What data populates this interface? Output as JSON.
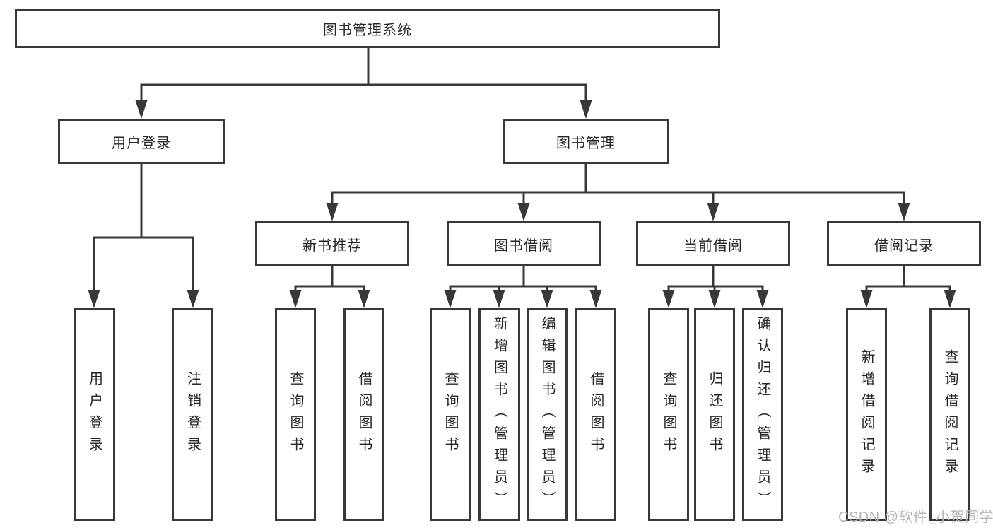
{
  "diagram_title": "图书管理系统",
  "tree": {
    "label": "图书管理系统",
    "children": [
      {
        "label": "用户登录",
        "children": [
          {
            "label": "用户登录"
          },
          {
            "label": "注销登录"
          }
        ]
      },
      {
        "label": "图书管理",
        "children": [
          {
            "label": "新书推荐",
            "children": [
              {
                "label": "查询图书"
              },
              {
                "label": "借阅图书"
              }
            ]
          },
          {
            "label": "图书借阅",
            "children": [
              {
                "label": "查询图书"
              },
              {
                "label": "新增图书（管理员）"
              },
              {
                "label": "编辑图书（管理员）"
              },
              {
                "label": "借阅图书"
              }
            ]
          },
          {
            "label": "当前借阅",
            "children": [
              {
                "label": "查询图书"
              },
              {
                "label": "归还图书"
              },
              {
                "label": "确认归还（管理员）"
              }
            ]
          },
          {
            "label": "借阅记录",
            "children": [
              {
                "label": "新增借阅记录"
              },
              {
                "label": "查询借阅记录"
              }
            ]
          }
        ]
      }
    ]
  },
  "watermark": "CSDN @软件_小贺同学",
  "colors": {
    "line": "#383838",
    "box_border": "#383838",
    "text": "#262626",
    "watermark": "#b6b6b6",
    "background": "#ffffff"
  }
}
